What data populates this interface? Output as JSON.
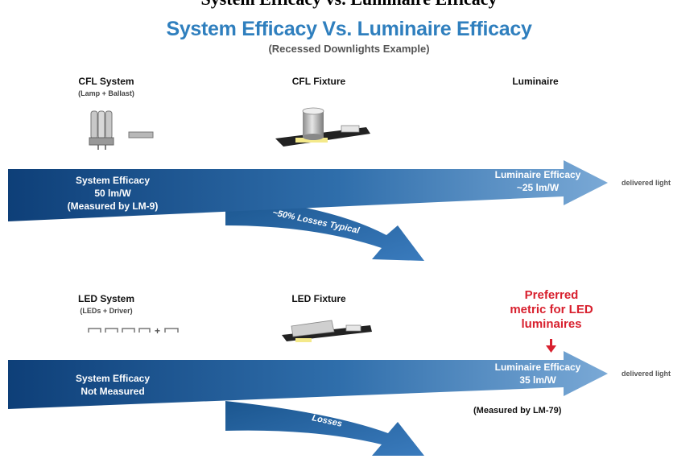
{
  "page": {
    "caption": "System Efficacy vs. Luminaire Efficacy",
    "title": "System Efficacy Vs. Luminaire Efficacy",
    "subtitle": "(Recessed Downlights Example)"
  },
  "cfl_row": {
    "system_label": "CFL System",
    "system_sublabel": "(Lamp + Ballast)",
    "fixture_label": "CFL Fixture",
    "luminaire_label": "Luminaire",
    "system_efficacy_lines": [
      "System Efficacy",
      "50 lm/W",
      "(Measured by LM-9)"
    ],
    "luminaire_efficacy_lines": [
      "Luminaire Efficacy",
      "~25 lm/W"
    ],
    "losses_text": "~50% Losses Typical",
    "delivered": "delivered light"
  },
  "led_row": {
    "system_label": "LED System",
    "system_sublabel": "(LEDs + Driver)",
    "fixture_label": "LED Fixture",
    "preferred_lines": [
      "Preferred",
      "metric for LED",
      "luminaires"
    ],
    "system_efficacy_lines": [
      "System Efficacy",
      "Not Measured"
    ],
    "luminaire_efficacy_lines": [
      "Luminaire Efficacy",
      "35 lm/W"
    ],
    "measured_text": "(Measured by LM-79)",
    "losses_text": "Losses",
    "delivered": "delivered light",
    "plus_sign": "+"
  },
  "colors": {
    "title_blue": "#2f7fbe",
    "arrow_dark": "#0e3f78",
    "arrow_light": "#7aa9d6",
    "preferred_red": "#d8202e"
  },
  "icons": [
    "cfl-lamp-icon",
    "ballast-icon",
    "cfl-fixture-icon",
    "led-strip-icon",
    "led-driver-icon",
    "led-fixture-icon",
    "down-arrow-icon"
  ]
}
